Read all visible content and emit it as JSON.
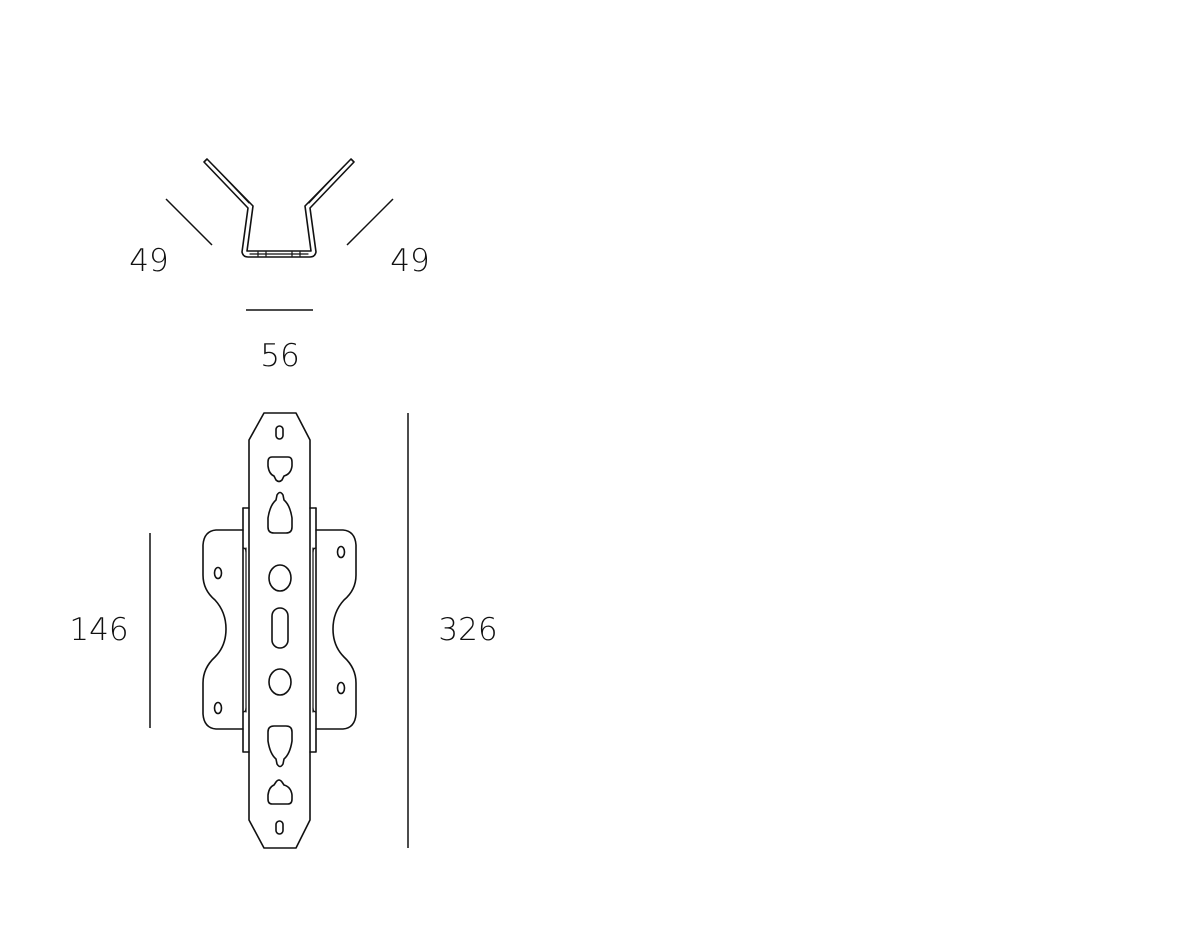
{
  "colors": {
    "line": "#111111",
    "background": "#ffffff"
  },
  "top_view": {
    "dimensions": {
      "left_angle": "49",
      "right_angle": "49",
      "width": "56"
    }
  },
  "front_view": {
    "dimensions": {
      "height_wings": "146",
      "height_total": "326"
    }
  }
}
